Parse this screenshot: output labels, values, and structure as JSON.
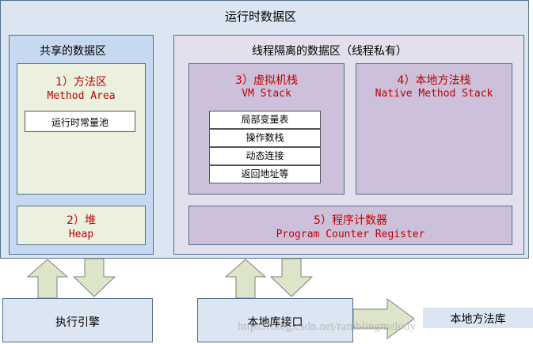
{
  "runtime_area": {
    "title": "运行时数据区"
  },
  "shared_area": {
    "title": "共享的数据区",
    "method_area": {
      "title": "1）方法区",
      "subtitle": "Method Area",
      "constant_pool": "运行时常量池"
    },
    "heap": {
      "title": "2）堆",
      "subtitle": "Heap"
    }
  },
  "isolated_area": {
    "title": "线程隔离的数据区（线程私有）",
    "vm_stack": {
      "title": "3）虚拟机栈",
      "subtitle": "VM Stack",
      "frames": [
        "局部变量表",
        "操作数栈",
        "动态连接",
        "返回地址等"
      ]
    },
    "native_stack": {
      "title": "4）本地方法栈",
      "subtitle": "Native Method Stack"
    },
    "pc_register": {
      "title": "5）程序计数器",
      "subtitle": "Program Counter Register"
    }
  },
  "bottom": {
    "execution_engine": "执行引擎",
    "native_interface": "本地库接口",
    "native_library": "本地方法库"
  },
  "watermark": "https://blog.csdn.net/ramblingmelody",
  "colors": {
    "outer_fill": "#dce6f2",
    "shared_fill": "#c6d9f1",
    "method_fill": "#ebf1de",
    "private_fill": "#e4dfec",
    "stack_fill": "#ccc0da",
    "arrow_fill": "#dde5c8",
    "accent_text": "#c00000"
  }
}
